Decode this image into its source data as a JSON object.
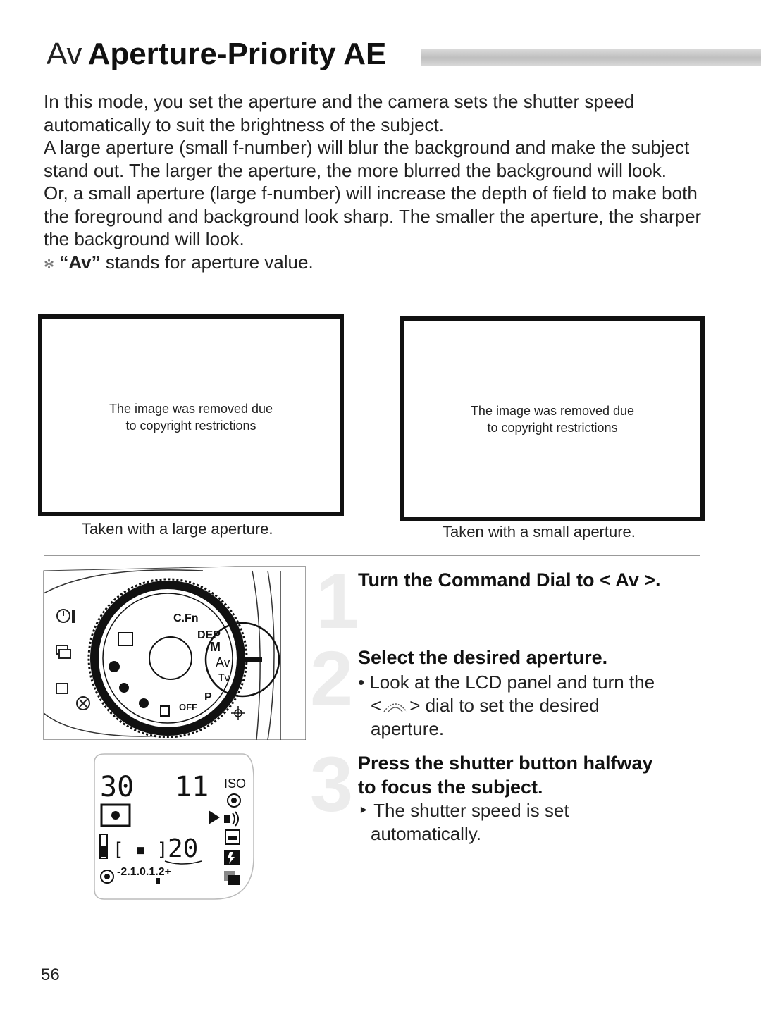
{
  "header": {
    "mode_symbol": "Av",
    "title": "Aperture-Priority AE"
  },
  "intro": {
    "p1": "In this mode, you set the aperture and the camera sets the shutter speed automatically to suit the brightness of the subject.",
    "p2": "A large aperture (small f-number) will blur the background and make the subject stand out. The larger the aperture, the more blurred the background will look.",
    "p3": "Or, a small aperture (large f-number) will increase the depth of field to make both the foreground and background look sharp. The smaller the aperture, the sharper the background will look.",
    "note_mark": "✻",
    "note_term": "“Av”",
    "note_rest": " stands for aperture value."
  },
  "photos": [
    {
      "line1": "The image was removed due",
      "line2": "to copyright restrictions",
      "caption": "Taken with a large aperture."
    },
    {
      "line1": "The image was removed due",
      "line2": "to copyright restrictions",
      "caption": "Taken with a small aperture."
    }
  ],
  "dial_figure": {
    "labels": [
      "C.Fn",
      "DEP",
      "M",
      "Av",
      "Tv",
      "P",
      "OFF"
    ]
  },
  "lcd_figure": {
    "shutter": "30",
    "aperture": "11",
    "iso": "ISO",
    "shots": "20",
    "scale": "-2.1.0.1.2+"
  },
  "steps": [
    {
      "num": "1",
      "title": "Turn the Command Dial to < Av >."
    },
    {
      "num": "2",
      "title": "Select the desired aperture.",
      "bullet": "•",
      "body_l1": "Look at the LCD panel and turn the",
      "body_l2_pre": "<",
      "body_l2_post": "> dial to set the desired",
      "body_l3": "aperture."
    },
    {
      "num": "3",
      "title_l1": "Press the shutter button halfway",
      "title_l2": "to focus the subject.",
      "bullet": "‣",
      "body_l1": "The shutter speed is set",
      "body_l2": "automatically."
    }
  ],
  "page_number": "56"
}
